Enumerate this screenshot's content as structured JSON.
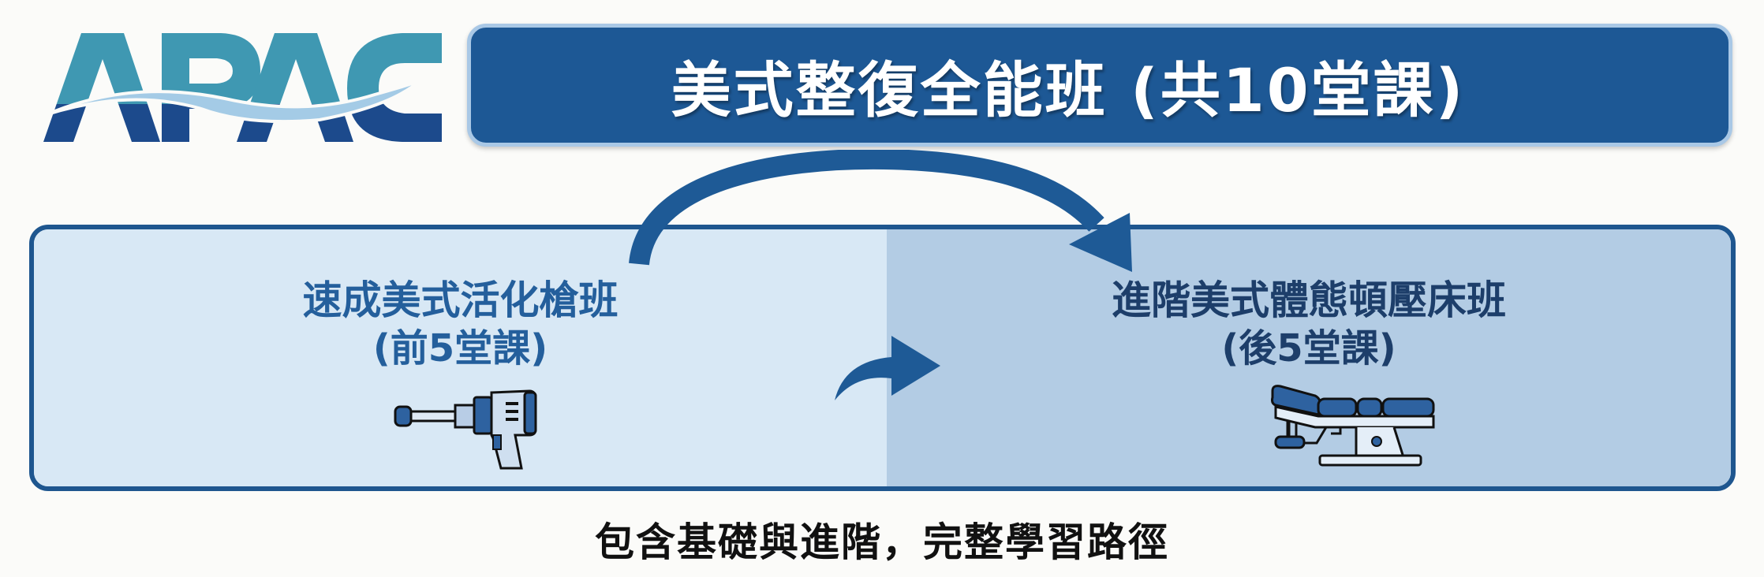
{
  "logo": {
    "text": "APAC",
    "colors": {
      "top": "#3f98b2",
      "bottom": "#1c4a8c",
      "wave": "#a4cbe6"
    }
  },
  "title_banner": {
    "text": "美式整復全能班 (共10堂課)",
    "background": "#1d5895",
    "text_color": "#ffffff"
  },
  "flow": {
    "arc_arrow_icon": "curved-arrow-over",
    "middle_arrow_icon": "curved-arrow-right",
    "arrow_color": "#1e5a96"
  },
  "panels": [
    {
      "title": "速成美式活化槍班",
      "subtitle": "(前5堂課)",
      "icon": "massage-gun-icon",
      "background": "#d8e8f5"
    },
    {
      "title": "進階美式體態頓壓床班",
      "subtitle": "(後5堂課)",
      "icon": "adjusting-table-icon",
      "background": "#b3cce4"
    }
  ],
  "caption": "包含基礎與進階，完整學習路徑"
}
